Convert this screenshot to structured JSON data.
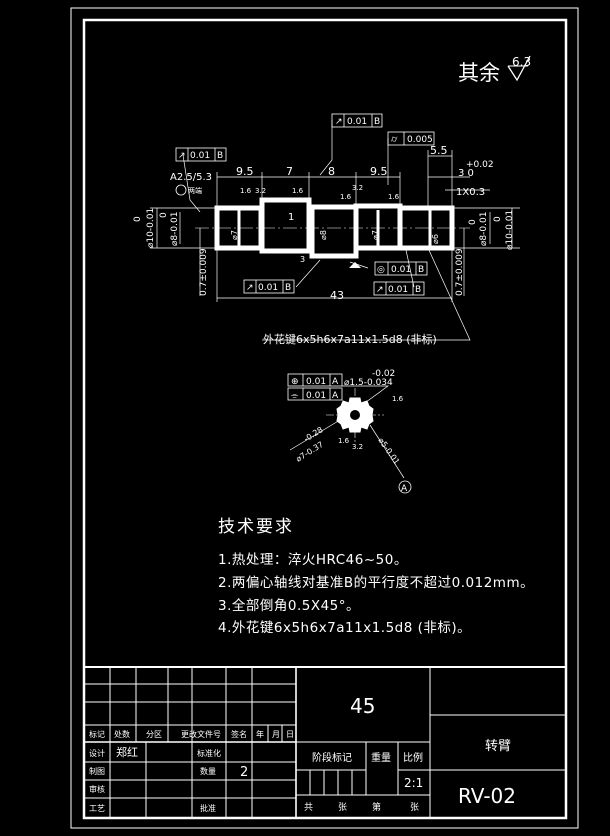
{
  "roughness": {
    "prefix": "其余",
    "value": "6.3"
  },
  "dims_top": {
    "d1": "9.5",
    "d2": "7",
    "d3": "8",
    "d4": "9.5",
    "d5": "5.5",
    "tol_plus": "+0.02",
    "tol_base": "3  0",
    "chamfer": "1X0.3",
    "chamfer_left": "A2.5/5.3",
    "note_left": "两端",
    "f1": "3.2",
    "f2": "1.6",
    "f3": "1.6",
    "f4": "1.6",
    "f5": "3.2",
    "f6": "1.6",
    "center_mark": "1"
  },
  "gdt": {
    "top1_sym": "↗",
    "top1_val": "0.01",
    "top1_ref": "B",
    "top2_sym": "⌭",
    "top2_val": "0.005",
    "left_sym": "↗",
    "left_val": "0.01",
    "left_ref": "B",
    "concentric_sym": "◎",
    "concentric_val": "0.01",
    "concentric_ref": "B",
    "bot_left_sym": "↗",
    "bot_left_val": "0.01",
    "bot_left_ref": "B",
    "bot_right_sym": "↗",
    "bot_right_val": "0.01",
    "bot_right_ref": "B"
  },
  "dims_side": {
    "l1": "0",
    "l2": "⌀10-0.01",
    "l3": "0",
    "l4": "⌀8-0.01",
    "l5": "0.7±0.009",
    "l6": "⌀7",
    "l7": "⌀8",
    "l8": "⌀7",
    "r1": "⌀6",
    "r2": "0",
    "r3": "⌀8-0.01",
    "r4": "0",
    "r5": "⌀10-0.01",
    "r6": "0.7±0.009",
    "bottom_len": "43",
    "bot_mark": "3"
  },
  "spline_note": "外花键6x5h6x7a11x1.5d8 (非标)",
  "section": {
    "gdt1_sym": "⊕",
    "gdt1_val": "0.01",
    "gdt1_ref": "A",
    "gdt2_sym": "⌯",
    "gdt2_val": "0.01",
    "gdt2_ref": "A",
    "tol_top": "-0.02",
    "dia_top": "⌀1.5-0.034",
    "rough": "1.6",
    "dia_left": "⌀7-0.37",
    "dia_left_tol": "-0.28",
    "dia_right": "⌀5-0.01",
    "r1": "1.6",
    "r2": "3.2",
    "datum": "A"
  },
  "tech": {
    "title": "技术要求",
    "lines": [
      "1.热处理：淬火HRC46~50。",
      "2.两偏心轴线对基准B的平行度不超过0.012mm。",
      "3.全部倒角0.5X45°。",
      "4.外花键6x5h6x7a11x1.5d8 (非标)。"
    ]
  },
  "title_block": {
    "material": "45",
    "part_name": "转臂",
    "drawing_no": "RV-02",
    "h_mark": "标记",
    "h_count": "处数",
    "h_zone": "分区",
    "h_file": "更改文件号",
    "h_sign": "签名",
    "h_year": "年",
    "h_month": "月",
    "h_day": "日",
    "design": "设计",
    "designer": "郑红",
    "std": "标准化",
    "draw": "制图",
    "qty_label": "数量",
    "qty": "2",
    "check": "审核",
    "craft": "工艺",
    "approve": "批准",
    "stage": "阶段标记",
    "weight": "重量",
    "scale_label": "比例",
    "scale": "2:1",
    "total": "共",
    "sheet": "张",
    "page_label": "第",
    "page_sheet": "张"
  }
}
